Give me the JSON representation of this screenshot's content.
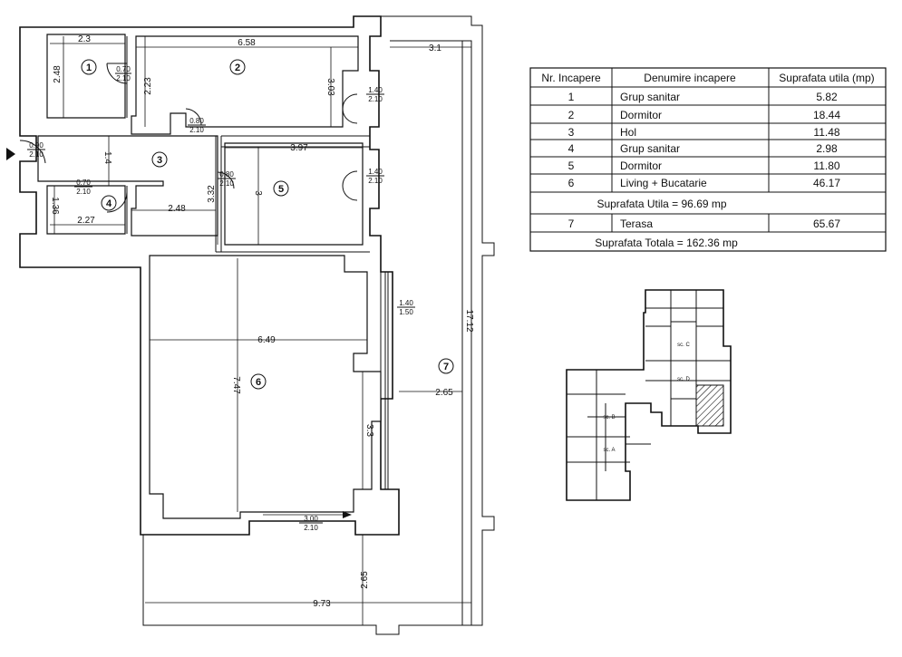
{
  "plan": {
    "rooms": [
      {
        "id": "1",
        "label": "1"
      },
      {
        "id": "2",
        "label": "2"
      },
      {
        "id": "3",
        "label": "3"
      },
      {
        "id": "4",
        "label": "4"
      },
      {
        "id": "5",
        "label": "5"
      },
      {
        "id": "6",
        "label": "6"
      },
      {
        "id": "7",
        "label": "7"
      }
    ],
    "dims": {
      "d_2_3": "2.3",
      "d_6_58": "6.58",
      "d_3_1": "3.1",
      "d_2_48a": "2.48",
      "d_2_23": "2.23",
      "d_3_03": "3.03",
      "d_1_4": "1.4",
      "d_3_97": "3.97",
      "d_3_32": "3.32",
      "d_3": "3",
      "d_1_36": "1.36",
      "d_2_27": "2.27",
      "d_2_48b": "2.48",
      "d_17_12": "17.12",
      "d_6_49": "6.49",
      "d_7_47": "7.47",
      "d_2_65a": "2.65",
      "d_3_3": "3.3",
      "d_2_65b": "2.65",
      "d_9_73": "9.73"
    },
    "doors": {
      "door_1_top": "0.70",
      "door_1_bot": "2.10",
      "door_entry_top": "0.90",
      "door_entry_bot": "2.10",
      "door_3_top": "0.80",
      "door_3_bot": "2.10",
      "door_2_top": "1.40",
      "door_2_bot": "2.10",
      "door_5_top": "1.40",
      "door_5_bot": "2.10",
      "door_4_top": "0.70",
      "door_4_bot": "2.10",
      "door_bath_top": "0.80",
      "door_bath_bot": "2.10",
      "window_top": "1.40",
      "window_bot": "1.50",
      "door_terrace_top": "3.00",
      "door_terrace_bot": "2.10"
    }
  },
  "table": {
    "headers": [
      "Nr. Incapere",
      "Denumire incapere",
      "Suprafata utila (mp)"
    ],
    "rows": [
      {
        "nr": "1",
        "name": "Grup sanitar",
        "area": "5.82"
      },
      {
        "nr": "2",
        "name": "Dormitor",
        "area": "18.44"
      },
      {
        "nr": "3",
        "name": "Hol",
        "area": "11.48"
      },
      {
        "nr": "4",
        "name": "Grup sanitar",
        "area": "2.98"
      },
      {
        "nr": "5",
        "name": "Dormitor",
        "area": "11.80"
      },
      {
        "nr": "6",
        "name": "Living + Bucatarie",
        "area": "46.17"
      }
    ],
    "subtotal": "Suprafata Utila =  96.69 mp",
    "terrace": {
      "nr": "7",
      "name": "Terasa",
      "area": "65.67"
    },
    "total": "Suprafata Totala = 162.36 mp"
  },
  "site": {
    "labels": {
      "sc_c": "sc. C",
      "sc_d": "sc. D",
      "sc_b": "sc. B",
      "sc_a": "sc. A"
    }
  }
}
